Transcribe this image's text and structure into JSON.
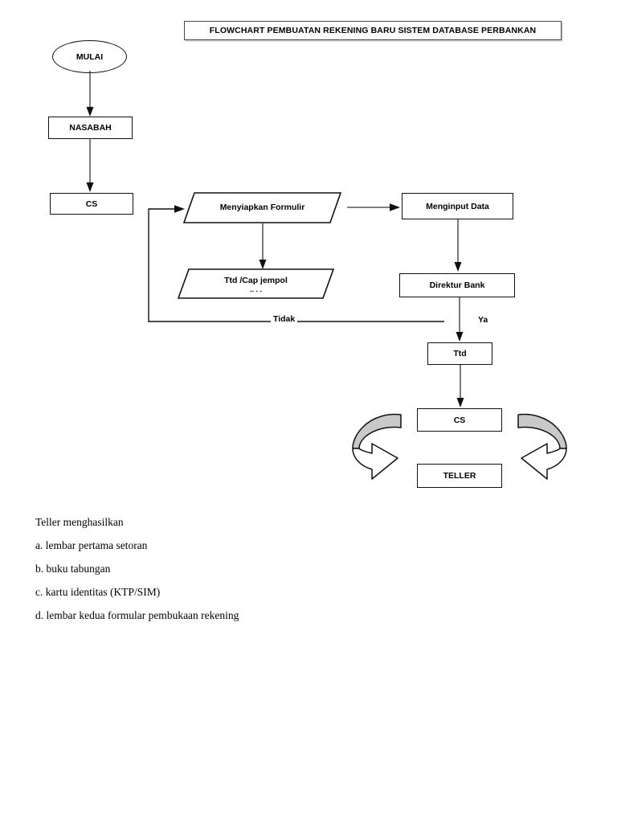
{
  "title": {
    "text": "FLOWCHART PEMBUATAN REKENING BARU SISTEM DATABASE PERBANKAN"
  },
  "nodes": {
    "mulai": "MULAI",
    "nasabah": "NASABAH",
    "cs_top": "CS",
    "menyiapkan_formulir": "Menyiapkan Formulir",
    "ttd_cap_jempol": "Ttd /Cap jempol",
    "ttd_cap_jempol_line2": "..  .  .",
    "menginput_data": "Menginput Data",
    "direktur_bank": "Direktur Bank",
    "ttd": "Ttd",
    "cs_bottom": "CS",
    "teller": "TELLER"
  },
  "edge_labels": {
    "tidak": "Tidak",
    "ya": "Ya"
  },
  "notes": {
    "heading": "Teller menghasilkan",
    "items": [
      "a. lembar pertama setoran",
      "b. buku tabungan",
      "c. kartu identitas (KTP/SIM)",
      "d. lembar kedua formular pembukaan rekening"
    ]
  },
  "colors": {
    "stroke": "#111111",
    "arrow_fill_gray": "#c9c9c9",
    "background": "#ffffff",
    "title_border": "#4a4a4a"
  }
}
